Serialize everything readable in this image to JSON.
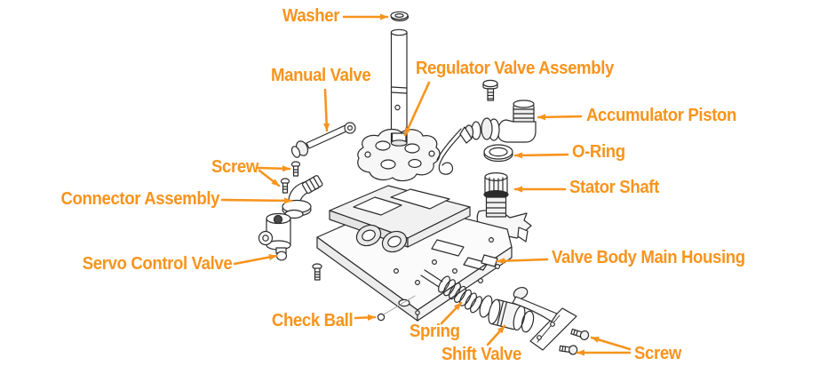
{
  "colors": {
    "accent": "#F7941D",
    "line": "#2B2B2B",
    "background": "#FFFFFF"
  },
  "labels": {
    "washer": "Washer",
    "manual_valve": "Manual Valve",
    "regulator_valve_assembly": "Regulator Valve Assembly",
    "accumulator_piston": "Accumulator Piston",
    "o_ring": "O-Ring",
    "screw_upper": "Screw",
    "connector_assembly": "Connector Assembly",
    "stator_shaft": "Stator Shaft",
    "servo_control_valve": "Servo Control Valve",
    "valve_body_main_housing": "Valve Body Main Housing",
    "check_ball": "Check Ball",
    "spring": "Spring",
    "shift_valve": "Shift Valve",
    "screw_lower": "Screw"
  }
}
